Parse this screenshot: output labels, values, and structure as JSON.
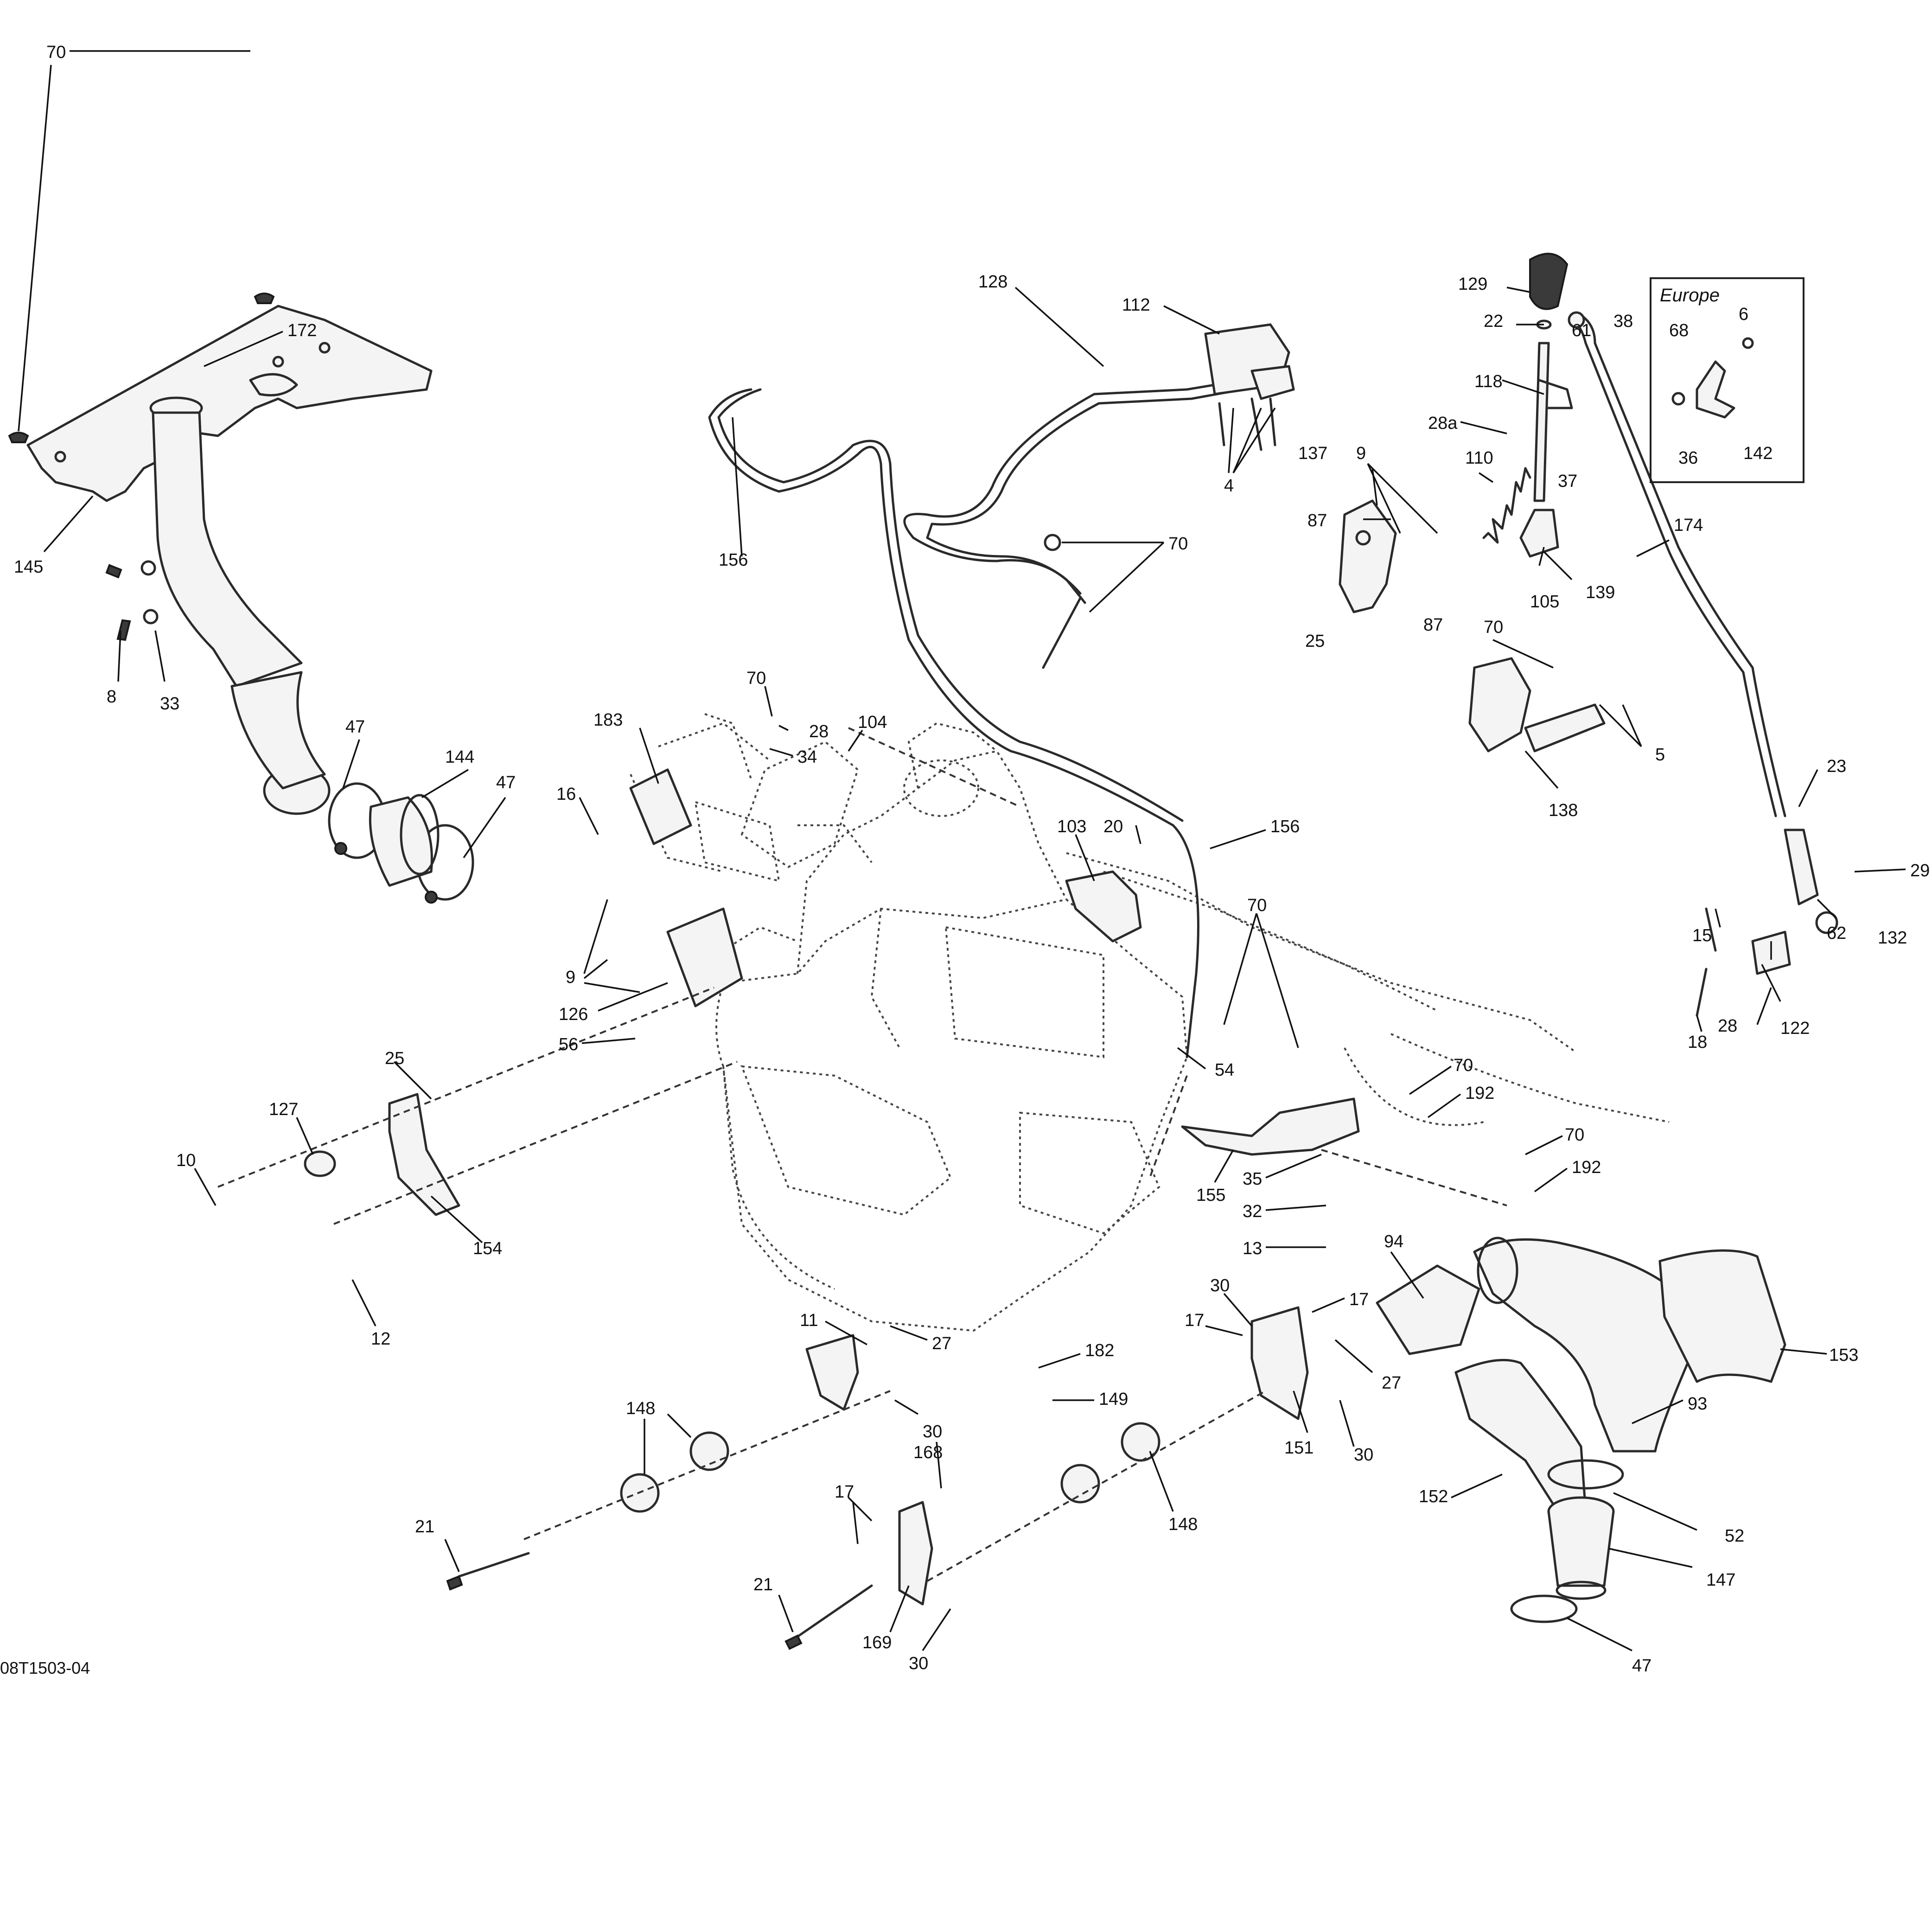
{
  "drawing_number": "08T1503-04",
  "inset_title": "Europe",
  "callouts": {
    "c70_tl": "70",
    "c145": "145",
    "c172": "172",
    "c8": "8",
    "c33": "33",
    "c47a": "47",
    "c144": "144",
    "c47b": "47",
    "c156a": "156",
    "c128": "128",
    "c112": "112",
    "c4": "4",
    "c70_harness": "70",
    "c129": "129",
    "c22": "22",
    "c61": "61",
    "c38": "38",
    "c118": "118",
    "c28a": "28a",
    "c137": "137",
    "c9_top": "9",
    "c110": "110",
    "c37": "37",
    "c87a": "87",
    "c87b": "87",
    "c25_top": "25",
    "c105": "105",
    "c139": "139",
    "c174": "174",
    "c68": "68",
    "c6": "6",
    "c36": "36",
    "c142": "142",
    "c70_bracket": "70",
    "c5": "5",
    "c138": "138",
    "c23": "23",
    "c15": "15",
    "c29": "29",
    "c62": "62",
    "c132": "132",
    "c18": "18",
    "c28_r": "28",
    "c122": "122",
    "c70_eng": "70",
    "c28_eng": "28",
    "c34": "34",
    "c104": "104",
    "c183": "183",
    "c16": "16",
    "c9_left": "9",
    "c126": "126",
    "c56": "56",
    "c103": "103",
    "c20": "20",
    "c156b": "156",
    "c70_mid": "70",
    "c54": "54",
    "c70_r1": "70",
    "c192a": "192",
    "c70_r2": "70",
    "c192b": "192",
    "c155": "155",
    "c35": "35",
    "c32": "32",
    "c13": "13",
    "c25_l": "25",
    "c127": "127",
    "c10": "10",
    "c154": "154",
    "c12": "12",
    "c11": "11",
    "c27a": "27",
    "c182": "182",
    "c149": "149",
    "c148a": "148",
    "c168": "168",
    "c30a": "30",
    "c17a": "17",
    "c21a": "21",
    "c21b": "21",
    "c169": "169",
    "c30b": "30",
    "c30c": "30",
    "c17b": "17",
    "c17c": "17",
    "c27b": "27",
    "c151": "151",
    "c30d": "30",
    "c148b": "148",
    "c94": "94",
    "c153": "153",
    "c93": "93",
    "c152": "152",
    "c52": "52",
    "c147": "147",
    "c47c": "47"
  }
}
